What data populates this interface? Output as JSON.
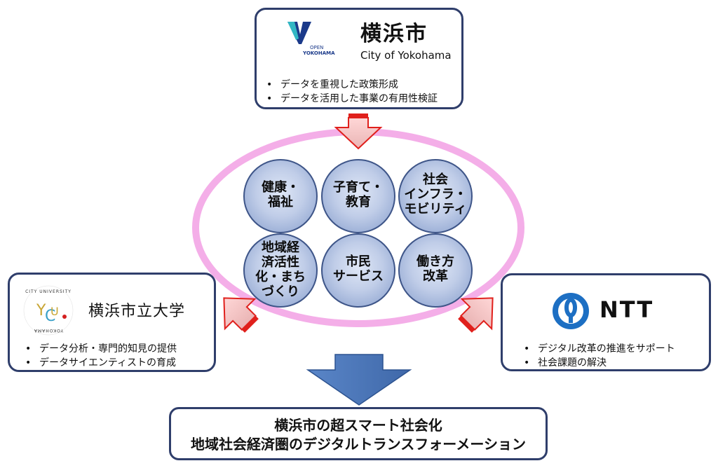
{
  "yokohama_city": {
    "logo_text_line1": "OPEN",
    "logo_text_line2": "YOKOHAMA",
    "name_jp": "横浜市",
    "name_en": "City of Yokohama",
    "bullets": [
      "データを重視した政策形成",
      "データを活用した事業の有用性検証"
    ]
  },
  "yokohama_university": {
    "logo_ring_text": "CITY UNIVERSITY",
    "logo_letters": "YCU",
    "name_jp": "横浜市立大学",
    "bullets": [
      "データ分析・専門的知見の提供",
      "データサイエンティストの育成"
    ]
  },
  "ntt": {
    "name": "NTT",
    "bullets": [
      "デジタル改革の推進をサポート",
      "社会課題の解決"
    ]
  },
  "domains": [
    {
      "lines": [
        "健康・",
        "福祉"
      ]
    },
    {
      "lines": [
        "子育て・",
        "教育"
      ]
    },
    {
      "lines": [
        "社会",
        "インフラ・",
        "モビリティ"
      ]
    },
    {
      "lines": [
        "地域経",
        "済活性",
        "化・まち",
        "づくり"
      ]
    },
    {
      "lines": [
        "市民",
        "サービス"
      ]
    },
    {
      "lines": [
        "働き方",
        "改革"
      ]
    }
  ],
  "outcome": {
    "line1": "横浜市の超スマート社会化",
    "line2": "地域社会経済圏のデジタルトランスフォーメーション"
  },
  "colors": {
    "box_border": "#2f3e6b",
    "ellipse": "#f2a6e6",
    "arrow_red": "#e0201c",
    "arrow_pink": "#f3c4c4",
    "circle_fill": "#b9c7e4",
    "circle_border": "#3e5588",
    "down_arrow": "#4f7bbf"
  }
}
